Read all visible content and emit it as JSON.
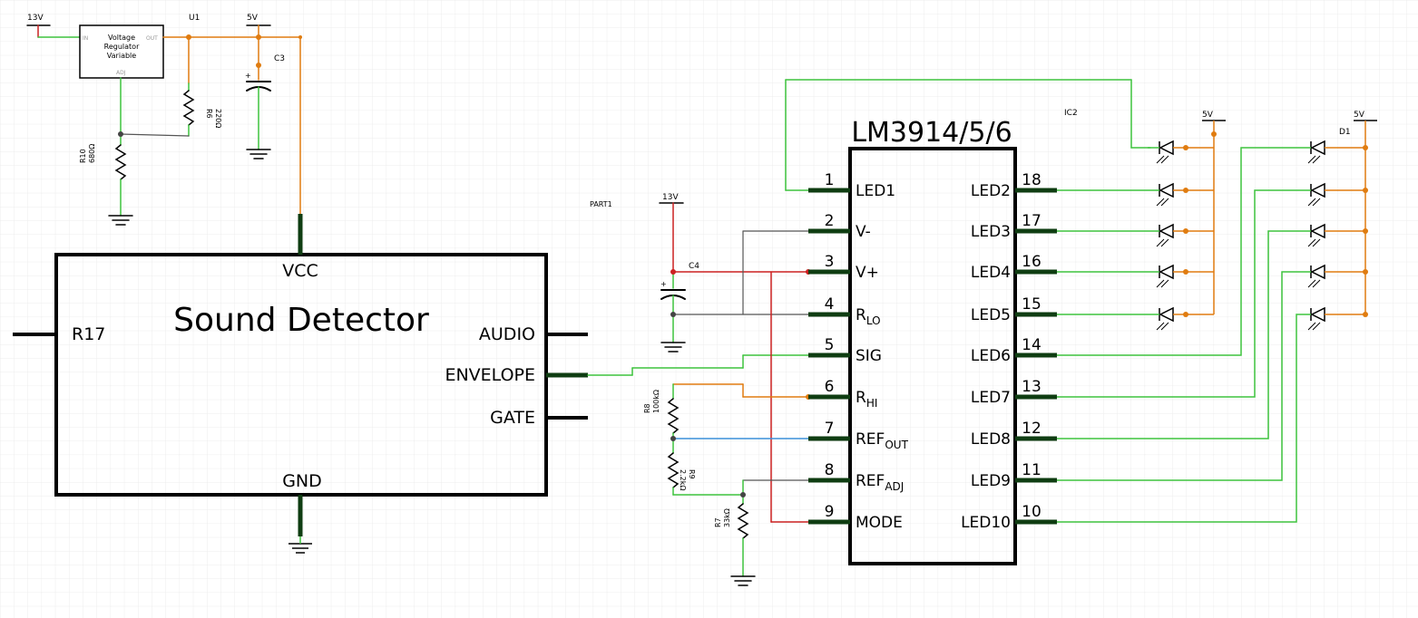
{
  "supplies": {
    "v13_top": "13V",
    "v5_top": "5V",
    "v13_mid": "13V",
    "v5_ic2": "5V",
    "v5_d1": "5V"
  },
  "regulator": {
    "ref": "U1",
    "line1": "Voltage",
    "line2": "Regulator",
    "line3": "Variable",
    "pin_in": "IN",
    "pin_out": "OUT",
    "pin_adj": "ADJ"
  },
  "resistors": {
    "r6_name": "R6",
    "r6_value": "220Ω",
    "r10_name": "R10",
    "r10_value": "680Ω",
    "r8_name": "R8",
    "r8_value": "100kΩ",
    "r9_name": "R9",
    "r9_value": "2.2kΩ",
    "r7_name": "R7",
    "r7_value": "33kΩ"
  },
  "capacitors": {
    "c3": "C3",
    "c4": "C4"
  },
  "part_labels": {
    "part1": "PART1",
    "ic2": "IC2",
    "d1": "D1"
  },
  "sound_detector": {
    "title": "Sound Detector",
    "vcc": "VCC",
    "gnd": "GND",
    "r17": "R17",
    "audio": "AUDIO",
    "envelope": "ENVELOPE",
    "gate": "GATE"
  },
  "ic": {
    "title": "LM3914/5/6",
    "left_pins": [
      {
        "num": "1",
        "label": "LED1",
        "sub": ""
      },
      {
        "num": "2",
        "label": "V-",
        "sub": ""
      },
      {
        "num": "3",
        "label": "V+",
        "sub": ""
      },
      {
        "num": "4",
        "label": "R",
        "sub": "LO"
      },
      {
        "num": "5",
        "label": "SIG",
        "sub": ""
      },
      {
        "num": "6",
        "label": "R",
        "sub": "HI"
      },
      {
        "num": "7",
        "label": "REF",
        "sub": "OUT"
      },
      {
        "num": "8",
        "label": "REF",
        "sub": "ADJ"
      },
      {
        "num": "9",
        "label": "MODE",
        "sub": ""
      }
    ],
    "right_pins": [
      {
        "num": "18",
        "label": "LED2"
      },
      {
        "num": "17",
        "label": "LED3"
      },
      {
        "num": "16",
        "label": "LED4"
      },
      {
        "num": "15",
        "label": "LED5"
      },
      {
        "num": "14",
        "label": "LED6"
      },
      {
        "num": "13",
        "label": "LED7"
      },
      {
        "num": "12",
        "label": "LED8"
      },
      {
        "num": "11",
        "label": "LED9"
      },
      {
        "num": "10",
        "label": "LED10"
      }
    ]
  },
  "colors": {
    "green_wire": "#3ec43e",
    "orange_wire": "#e07c10",
    "red_wire": "#cc2020",
    "blue_wire": "#3a8fd9",
    "gray_wire": "#555555",
    "pin_dark": "#0f3d12",
    "grid": "#ececec"
  }
}
